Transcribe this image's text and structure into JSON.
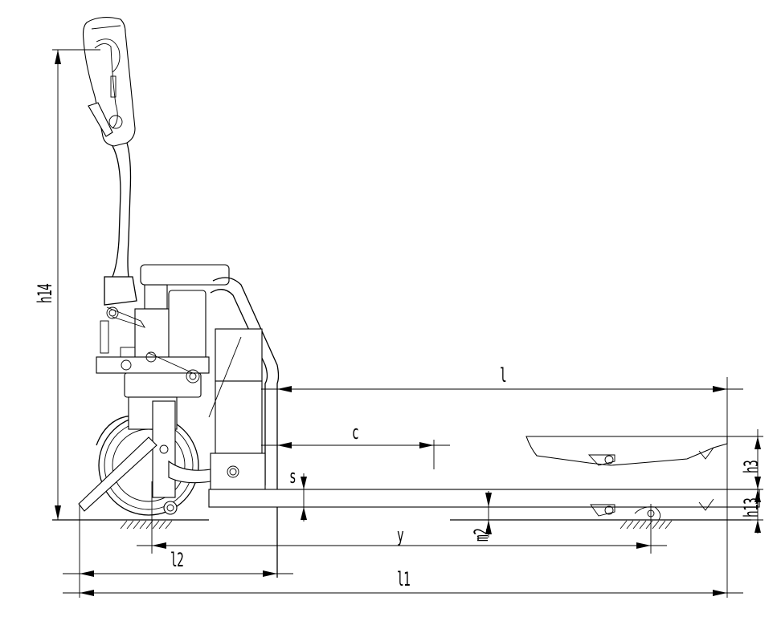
{
  "drawing": {
    "subject": "electric pallet truck side view",
    "stroke_color": "#000000",
    "background_color": "#ffffff"
  },
  "dimensions": {
    "h14": "h14",
    "l": "l",
    "c": "c",
    "s": "s",
    "h3": "h3",
    "h13": "h13",
    "m2": "m2",
    "y": "y",
    "l2": "l2",
    "l1": "l1"
  }
}
